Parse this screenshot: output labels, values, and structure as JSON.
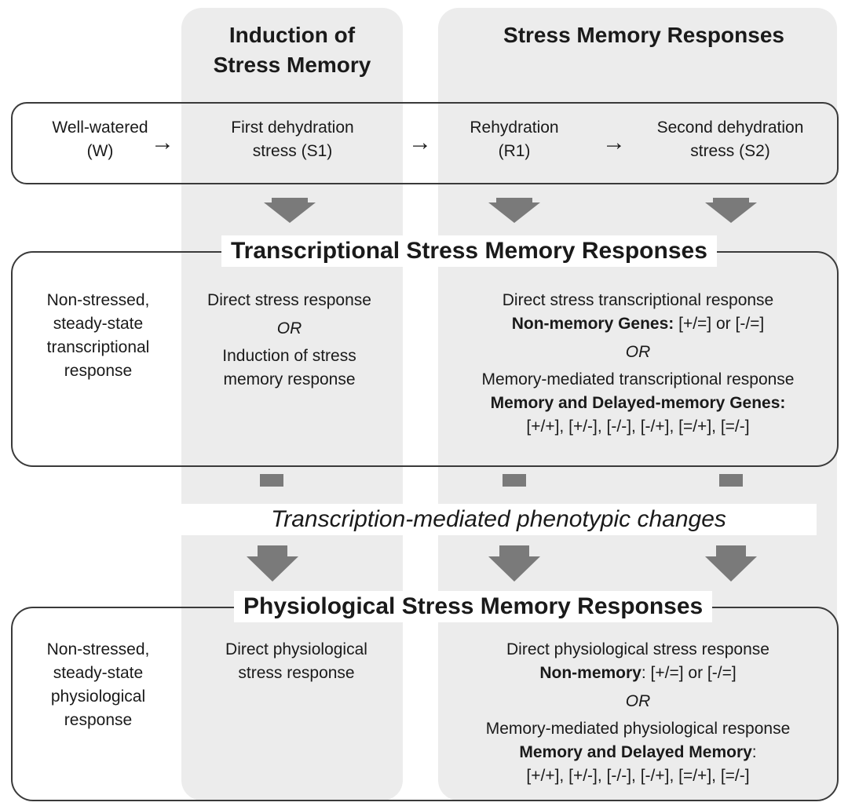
{
  "headers": {
    "induction": [
      "Induction of",
      "Stress Memory"
    ],
    "responses": "Stress Memory Responses"
  },
  "stages": {
    "w": [
      "Well-watered",
      "(W)"
    ],
    "s1": [
      "First dehydration",
      "stress (S1)"
    ],
    "r1": [
      "Rehydration",
      "(R1)"
    ],
    "s2": [
      "Second dehydration",
      "stress (S2)"
    ],
    "arrow": "→"
  },
  "transcriptional": {
    "title": "Transcriptional Stress Memory Responses",
    "left": [
      "Non-stressed,",
      "steady-state",
      "transcriptional",
      "response"
    ],
    "mid": {
      "direct": "Direct stress response",
      "or": "OR",
      "induction": [
        "Induction of stress",
        "memory response"
      ]
    },
    "right": {
      "direct": "Direct stress transcriptional response",
      "nonmem_label": "Non-memory Genes:",
      "nonmem_values": " [+/=] or [-/=]",
      "or": "OR",
      "memory": "Memory-mediated transcriptional response",
      "mem_label": "Memory and Delayed-memory Genes:",
      "mem_values": "[+/+], [+/-], [-/-], [-/+], [=/+], [=/-]"
    }
  },
  "phenotypic": "Transcription-mediated phenotypic changes",
  "physiological": {
    "title": "Physiological Stress Memory Responses",
    "left": [
      "Non-stressed,",
      "steady-state",
      "physiological",
      "response"
    ],
    "mid": [
      "Direct physiological",
      "stress response"
    ],
    "right": {
      "direct": "Direct physiological  stress response",
      "nonmem_label": "Non-memory",
      "nonmem_values": ": [+/=] or [-/=]",
      "or": "OR",
      "memory": "Memory-mediated physiological response",
      "mem_label": "Memory and Delayed Memory",
      "mem_colon": ":",
      "mem_values": "[+/+], [+/-], [-/-], [-/+], [=/+], [=/-]"
    }
  },
  "colors": {
    "column_bg": "#ececec",
    "arrow": "#7a7a7a",
    "border": "#3a3a3a"
  }
}
